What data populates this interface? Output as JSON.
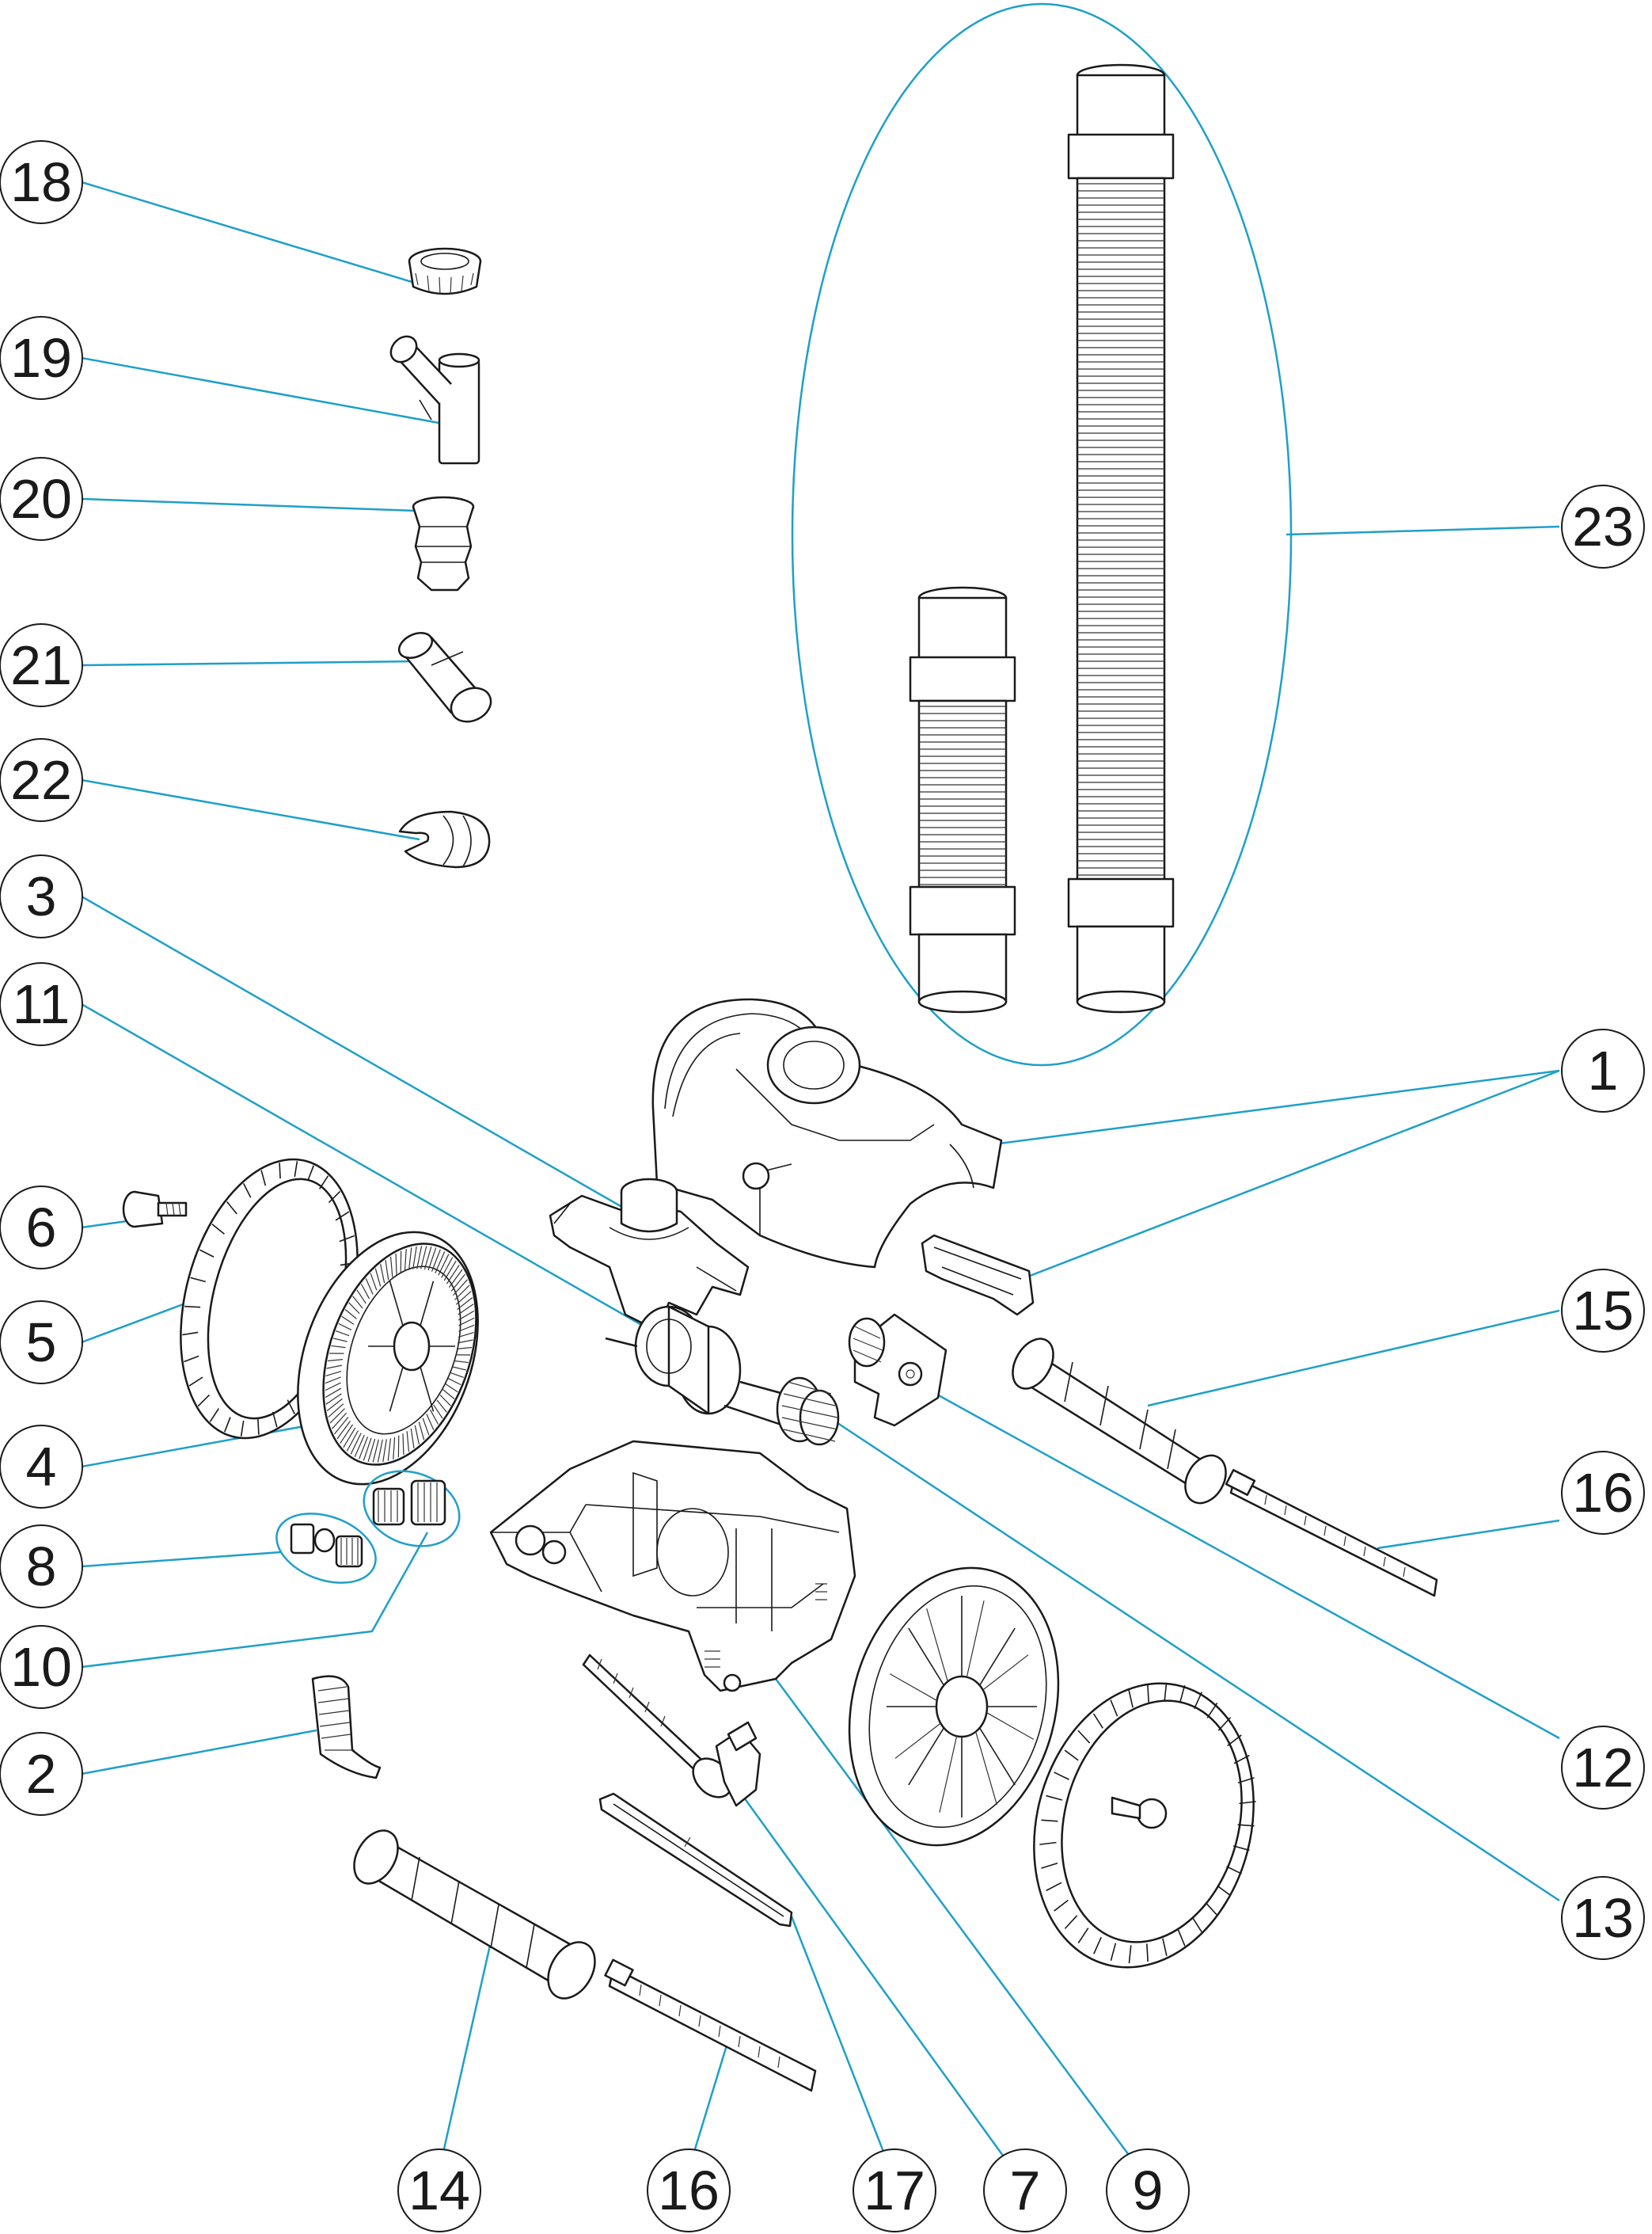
{
  "diagram": {
    "title": "",
    "colors": {
      "leader": "#1f9fc9",
      "outline": "#1a1a1a",
      "background": "#ffffff"
    },
    "callouts": [
      {
        "id": "c18",
        "label": "18",
        "part": "hose-nut"
      },
      {
        "id": "c19",
        "label": "19",
        "part": "y-connector"
      },
      {
        "id": "c20",
        "label": "20",
        "part": "cone-adapter"
      },
      {
        "id": "c21",
        "label": "21",
        "part": "straight-connector"
      },
      {
        "id": "c22",
        "label": "22",
        "part": "clip"
      },
      {
        "id": "c3",
        "label": "3",
        "part": "inlet-housing"
      },
      {
        "id": "c11",
        "label": "11",
        "part": "turbine"
      },
      {
        "id": "c6",
        "label": "6",
        "part": "wheel-axle-screw"
      },
      {
        "id": "c5",
        "label": "5",
        "part": "tire"
      },
      {
        "id": "c4",
        "label": "4",
        "part": "gear-wheel"
      },
      {
        "id": "c8",
        "label": "8",
        "part": "gear-set-small"
      },
      {
        "id": "c10",
        "label": "10",
        "part": "gear-set-large"
      },
      {
        "id": "c2",
        "label": "2",
        "part": "grille"
      },
      {
        "id": "c14",
        "label": "14",
        "part": "brush-roller-front"
      },
      {
        "id": "c16a",
        "label": "16",
        "part": "roller-shaft-front"
      },
      {
        "id": "c17",
        "label": "17",
        "part": "skirt-strip"
      },
      {
        "id": "c7",
        "label": "7",
        "part": "drive-shaft"
      },
      {
        "id": "c9",
        "label": "9",
        "part": "chassis"
      },
      {
        "id": "c13",
        "label": "13",
        "part": "drive-gear"
      },
      {
        "id": "c12",
        "label": "12",
        "part": "cam-gear"
      },
      {
        "id": "c16b",
        "label": "16",
        "part": "roller-shaft-rear"
      },
      {
        "id": "c15",
        "label": "15",
        "part": "brush-roller-rear"
      },
      {
        "id": "c1",
        "label": "1",
        "part": "top-cover-and-handle"
      },
      {
        "id": "c23",
        "label": "23",
        "part": "hose-sections"
      }
    ]
  }
}
